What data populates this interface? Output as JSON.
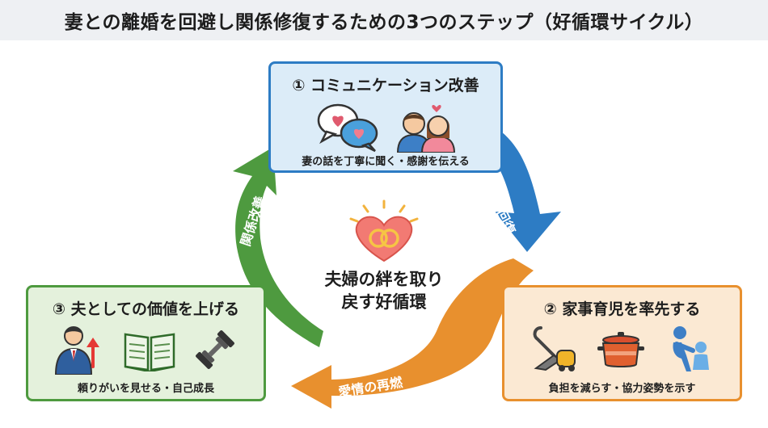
{
  "title": "妻との離婚を回避し関係修復するための3つのステップ（好循環サイクル）",
  "center": {
    "line1": "夫婦の絆を取り",
    "line2": "戻す好循環"
  },
  "steps": [
    {
      "heading": "① コミュニケーション改善",
      "caption": "妻の話を丁寧に聞く・感謝を伝える",
      "color": "#2d7cc4"
    },
    {
      "heading": "② 家事育児を率先する",
      "caption": "負担を減らす・協力姿勢を示す",
      "color": "#e8902e"
    },
    {
      "heading": "③ 夫としての価値を上げる",
      "caption": "頼りがいを見せる・自己成長",
      "color": "#4e9a3f"
    }
  ],
  "arrows": {
    "blue_label": "信頼回復",
    "orange_label": "愛情の再燃",
    "green_label": "関係改善"
  },
  "icons": {
    "card1": [
      "speech-hearts-icon",
      "couple-icon"
    ],
    "card2": [
      "vacuum-cleaner-icon",
      "cooking-pot-icon",
      "parent-child-icon"
    ],
    "card3": [
      "businessman-growth-icon",
      "open-book-icon",
      "dumbbell-icon"
    ],
    "center": "heart-rings-icon"
  }
}
